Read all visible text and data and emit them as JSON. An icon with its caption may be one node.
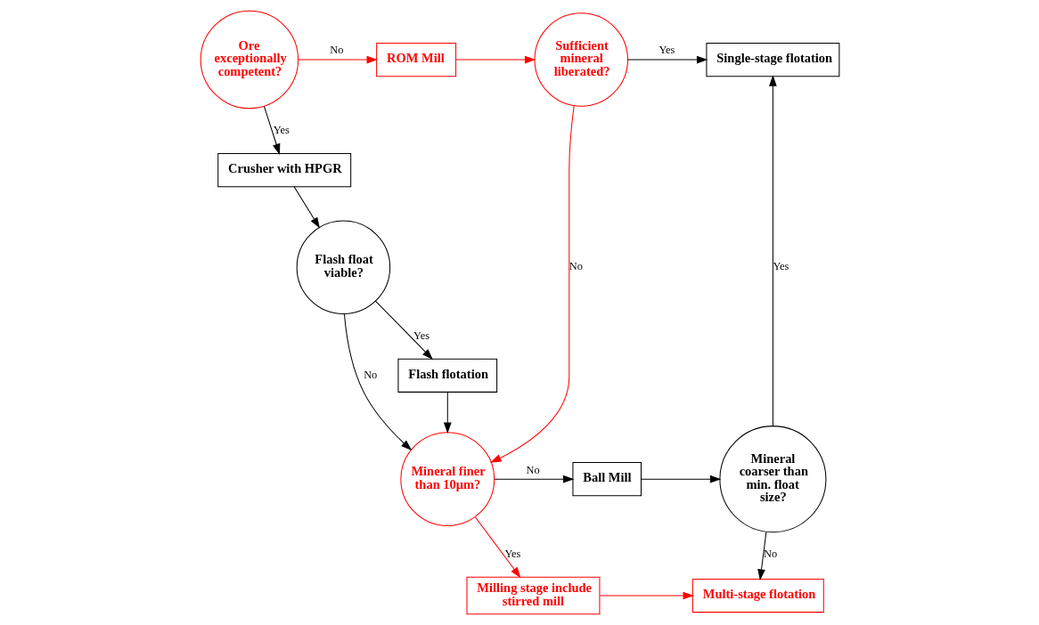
{
  "diagram": {
    "nodes": [
      {
        "text": [
          "Ore exceptionally competent?"
        ]
      },
      {
        "text": [
          "ROM Mill"
        ]
      },
      {
        "text": [
          "Sufficient mineral liberated?"
        ]
      },
      {
        "text": [
          "Single-stage flotation"
        ]
      },
      {
        "text": [
          "Crusher with HPGR"
        ]
      },
      {
        "text": [
          "Mineral finer than 10μm?"
        ]
      },
      {
        "text": [
          "Ball Mill"
        ]
      },
      {
        "text": [
          "Mineral coarser than min. float size?"
        ]
      },
      {
        "text": [
          "Flash float viable?"
        ]
      },
      {
        "text": [
          "Milling stage include stirred mill"
        ]
      },
      {
        "text": [
          "Multi-stage flotation"
        ]
      },
      {
        "text": [
          "Flash flotation"
        ]
      }
    ],
    "edges": [
      {
        "from": 0,
        "to": 1,
        "arrow": "to",
        "label": "No",
        "color": "#ff0000"
      },
      {
        "from": 1,
        "to": 2,
        "arrow": "to",
        "color": "#ff0000"
      },
      {
        "from": 2,
        "to": 3,
        "arrow": "to",
        "label": "Yes"
      },
      {
        "from": 2,
        "to": 5,
        "arrow": "to",
        "label": "No",
        "color": "#ff0000"
      },
      {
        "from": 0,
        "to": 4,
        "arrow": "to",
        "label": "Yes"
      },
      {
        "from": 4,
        "to": 8,
        "arrow": "to"
      },
      {
        "from": 8,
        "to": 5,
        "arrow": "to",
        "label": "No"
      },
      {
        "from": 11,
        "to": 5,
        "arrow": "to"
      },
      {
        "from": 5,
        "to": 6,
        "arrow": "to",
        "label": "No"
      },
      {
        "from": 6,
        "to": 7,
        "arrow": "to"
      },
      {
        "from": 7,
        "to": 3,
        "arrow": "to",
        "label": "Yes"
      },
      {
        "from": 7,
        "to": 10,
        "arrow": "to",
        "label": "No"
      },
      {
        "from": 5,
        "to": 9,
        "arrow": "to",
        "label": "Yes",
        "color": "#ff0000"
      },
      {
        "from": 9,
        "to": 10,
        "arrow": "to",
        "color": "#ff0000"
      },
      {
        "from": 8,
        "to": 11,
        "arrow": "to",
        "label": "Yes"
      }
    ]
  }
}
